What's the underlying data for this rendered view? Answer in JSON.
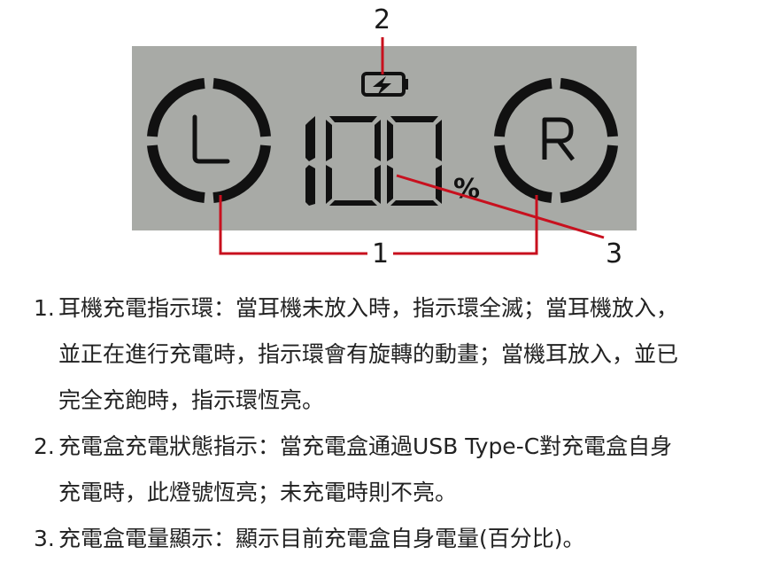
{
  "diagram": {
    "panel_color": "#a8aaa6",
    "segment_color": "#111111",
    "callout_color": "#c8101e",
    "display": {
      "left_ring_label": "L",
      "right_ring_label": "R",
      "percentage_value": "100",
      "percent_sign": "%",
      "battery_icon": "battery-charging-icon"
    },
    "callouts": [
      {
        "number": "1",
        "target": "earbud-charging-indicator-rings"
      },
      {
        "number": "2",
        "target": "case-charging-status-icon"
      },
      {
        "number": "3",
        "target": "case-battery-percentage"
      }
    ]
  },
  "descriptions": [
    {
      "number": "1.",
      "lines": [
        "耳機充電指示環：當耳機未放入時，指示環全滅；當耳機放入，",
        "並正在進行充電時，指示環會有旋轉的動畫；當機耳放入，並已",
        "完全充飽時，指示環恆亮。"
      ]
    },
    {
      "number": "2.",
      "lines": [
        "充電盒充電狀態指示：當充電盒通過USB Type-C對充電盒自身",
        "充電時，此燈號恆亮；未充電時則不亮。"
      ]
    },
    {
      "number": "3.",
      "lines": [
        "充電盒電量顯示：顯示目前充電盒自身電量(百分比)。"
      ]
    }
  ]
}
